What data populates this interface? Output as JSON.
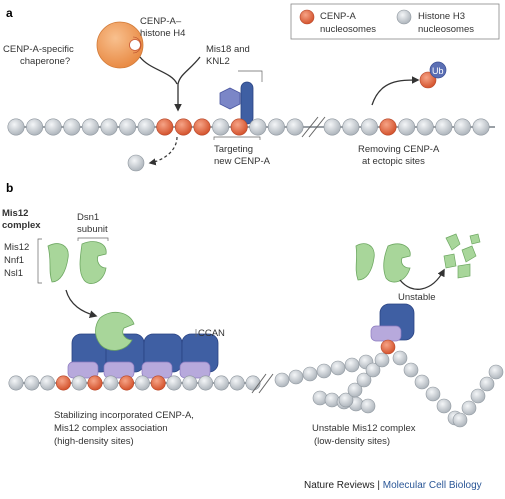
{
  "panel_a": {
    "label": "a",
    "legend": {
      "cenpa_line1": "CENP-A",
      "cenpa_line2": "nucleosomes",
      "h3_line1": "Histone H3",
      "h3_line2": "nucleosomes"
    },
    "chaperone_line1": "CENP-A-specific",
    "chaperone_line2": "chaperone?",
    "h4_line1": "CENP-A–",
    "h4_line2": "histone H4",
    "mis18_line1": "Mis18 and",
    "mis18_line2": "KNL2",
    "targeting_line1": "Targeting",
    "targeting_line2": "new CENP-A",
    "ub": "Ub",
    "removing_line1": "Removing CENP-A",
    "removing_line2": "at ectopic sites"
  },
  "panel_b": {
    "label": "b",
    "complex_line1": "Mis12",
    "complex_line2": "complex",
    "subunits": [
      "Mis12",
      "Nnf1",
      "Nsl1"
    ],
    "dsn1_line1": "Dsn1",
    "dsn1_line2": "subunit",
    "ccan": "CCAN",
    "unstable": "Unstable",
    "stab_line1": "Stabilizing incorporated CENP-A,",
    "stab_line2": "Mis12 complex association",
    "stab_line3": "(high-density sites)",
    "unstable_line1": "Unstable Mis12 complex",
    "unstable_line2": "(low-density sites)"
  },
  "footer": {
    "journal": "Nature Reviews",
    "separator": " | ",
    "section": "Molecular Cell Biology"
  },
  "colors": {
    "cenpa": "#e8724e",
    "h3": "#c9ced3",
    "chaperone": "#f2a35e",
    "mis12": "#a8d69a",
    "ccan": "#3f5fa3",
    "purple": "#b7a9dc"
  }
}
